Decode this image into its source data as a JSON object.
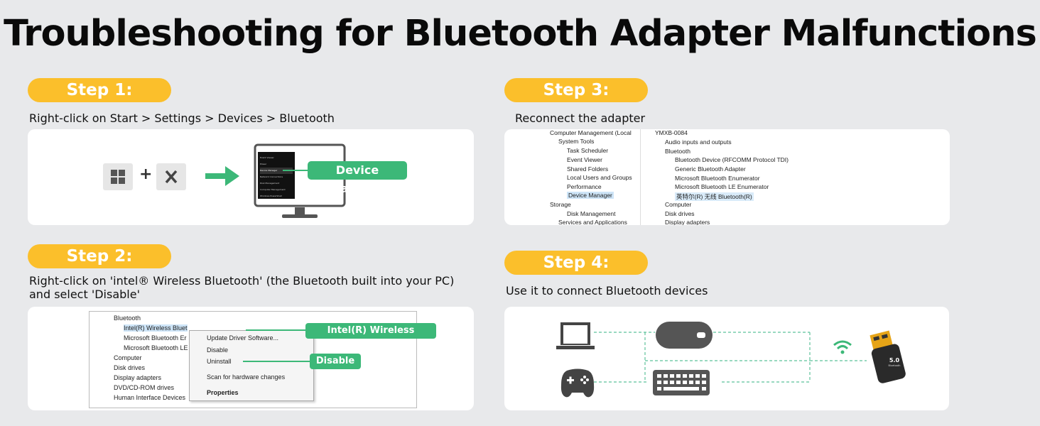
{
  "title": "Troubleshooting for Bluetooth Adapter Malfunctions",
  "colors": {
    "accent": "#fbbf2b",
    "green": "#3cb878",
    "background": "#e8e9eb",
    "card": "#ffffff"
  },
  "steps": [
    {
      "label": "Step 1:",
      "text": "Right-click on Start > Settings > Devices > Bluetooth"
    },
    {
      "label": "Step 2:",
      "text_line1": "Right-click on 'intel® Wireless Bluetooth' (the Bluetooth built into your PC)",
      "text_line2": "and select 'Disable'"
    },
    {
      "label": "Step 3:",
      "text": "Reconnect the adapter"
    },
    {
      "label": "Step 4:",
      "text": "Use it to connect Bluetooth devices"
    }
  ],
  "step1": {
    "plus": "+",
    "callout": "Device Manager",
    "menu_items": [
      "Event Viewer",
      "Power",
      "Device Manager",
      "Network Connections",
      "Disk Management",
      "Computer Management",
      "Windows PowerShell"
    ]
  },
  "step2": {
    "tree": [
      "Bluetooth",
      "Intel(R) Wireless Bluet",
      "Microsoft Bluetooth Er",
      "Microsoft Bluetooth LE",
      "Computer",
      "Disk drives",
      "Display adapters",
      "DVD/CD-ROM drives",
      "Human Interface Devices"
    ],
    "menu": [
      "Update Driver Software...",
      "Disable",
      "Uninstall",
      "Scan for hardware changes",
      "Properties"
    ],
    "callout_device": "Intel(R) Wireless Bluetooth",
    "callout_action": "Disable"
  },
  "step3": {
    "left_tree": [
      "Computer Management (Local",
      "System Tools",
      "Task Scheduler",
      "Event Viewer",
      "Shared Folders",
      "Local Users and Groups",
      "Performance",
      "Device Manager",
      "Storage",
      "Disk Management",
      "Services and Applications"
    ],
    "right_tree": [
      "YMXB-0084",
      "Audio inputs and outputs",
      "Bluetooth",
      "Bluetooth Device (RFCOMM Protocol TDI)",
      "Generic Bluetooth Adapter",
      "Microsoft Bluetooth Enumerator",
      "Microsoft Bluetooth LE Enumerator",
      "英特尔(R) 无线 Bluetooth(R)",
      "Computer",
      "Disk drives",
      "Display adapters"
    ]
  },
  "step4": {
    "adapter_label_top": "5.0",
    "adapter_label_bottom": "Bluetooth"
  }
}
